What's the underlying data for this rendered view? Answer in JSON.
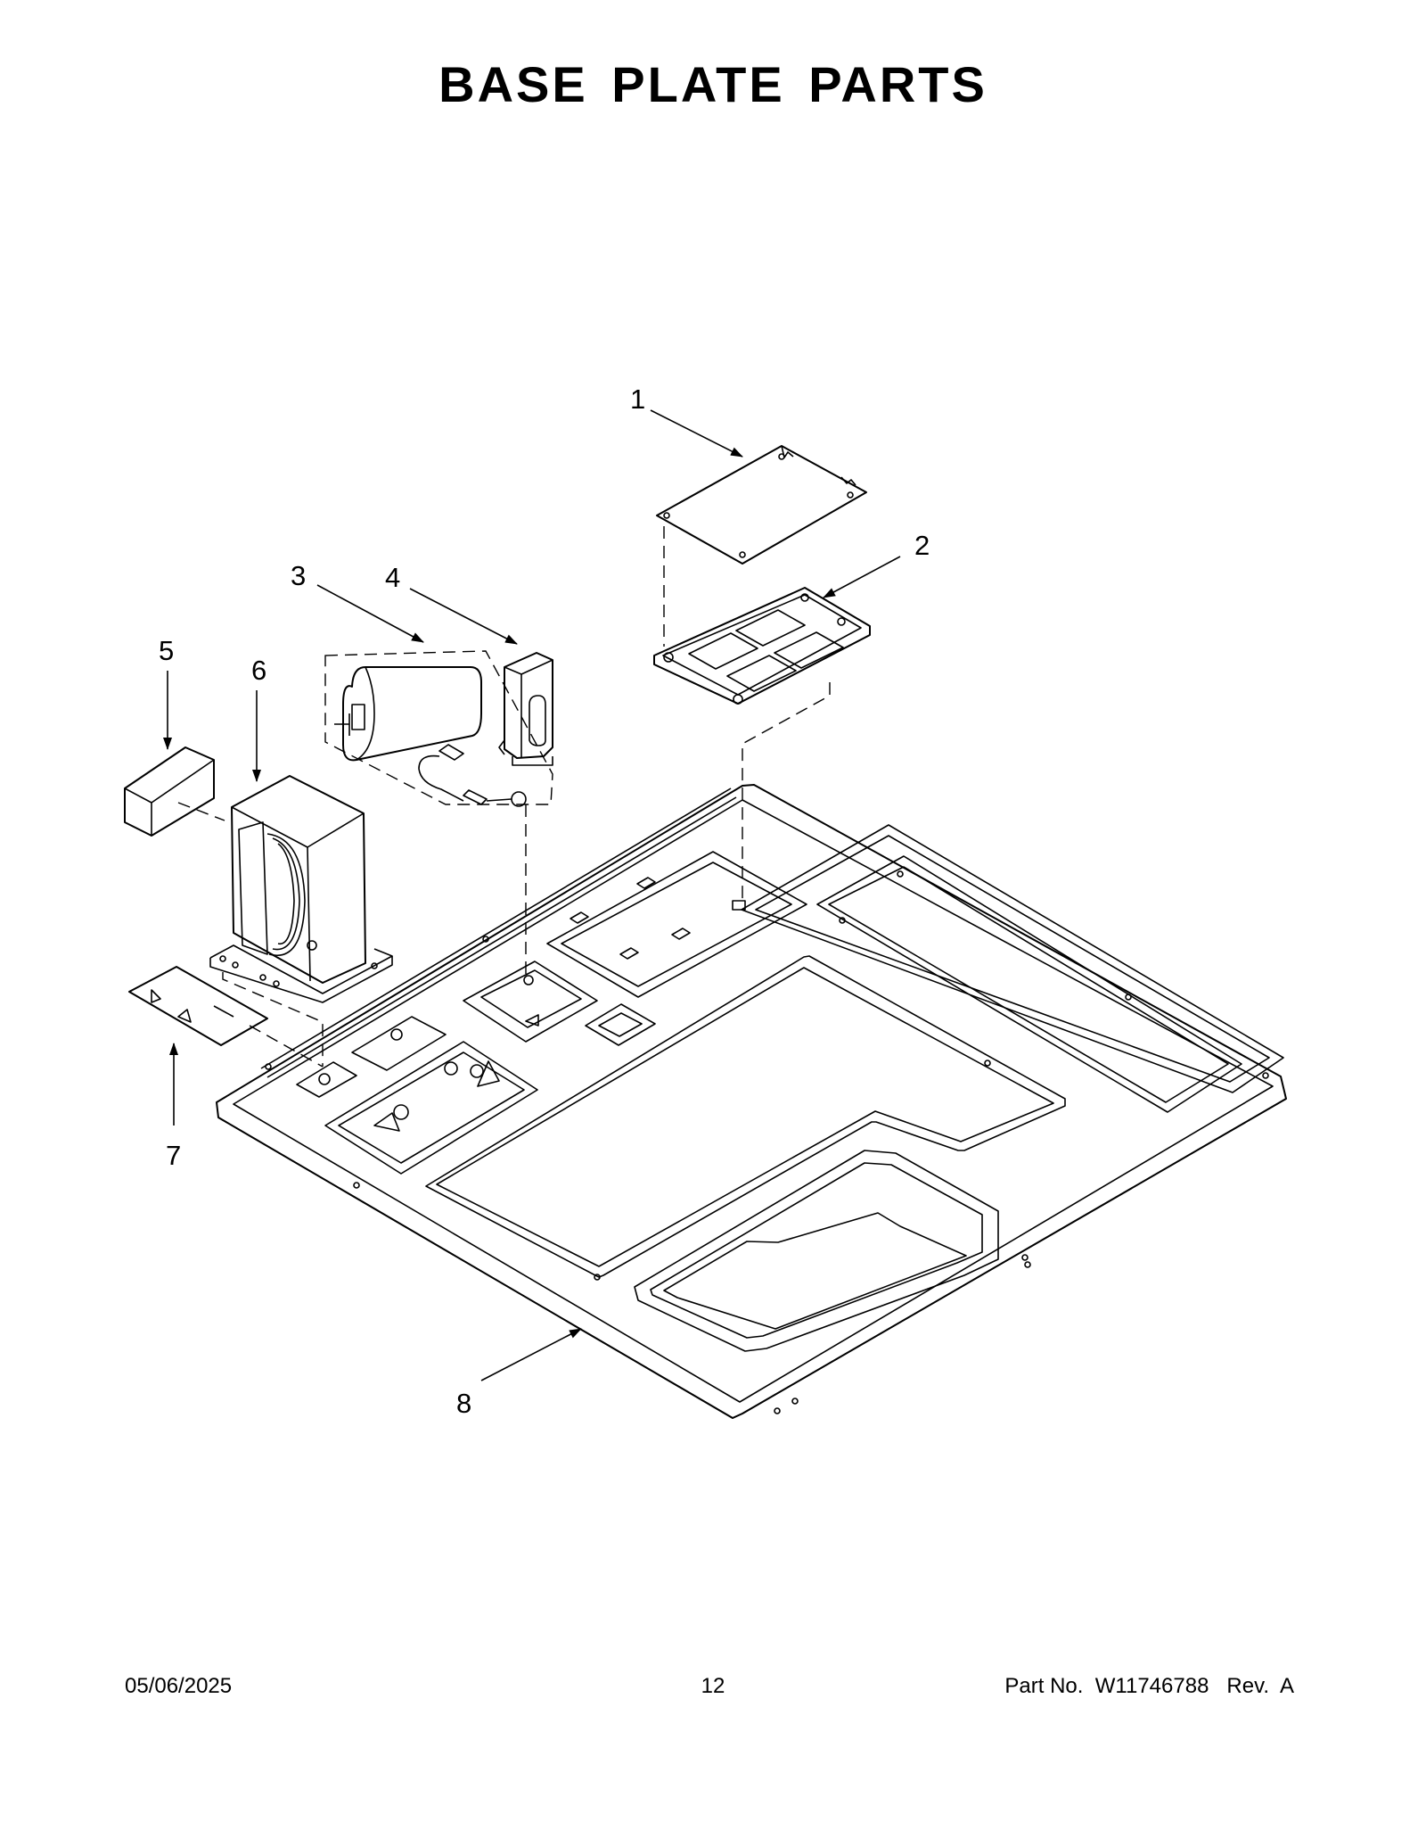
{
  "page": {
    "title": "BASE PLATE PARTS"
  },
  "callouts": [
    {
      "id": "1",
      "label": "1"
    },
    {
      "id": "2",
      "label": "2"
    },
    {
      "id": "3",
      "label": "3"
    },
    {
      "id": "4",
      "label": "4"
    },
    {
      "id": "5",
      "label": "5"
    },
    {
      "id": "6",
      "label": "6"
    },
    {
      "id": "7",
      "label": "7"
    },
    {
      "id": "8",
      "label": "8"
    }
  ],
  "footer": {
    "date": "05/06/2025",
    "page_number": "12",
    "part_number": "Part No.  W11746788   Rev.  A"
  }
}
